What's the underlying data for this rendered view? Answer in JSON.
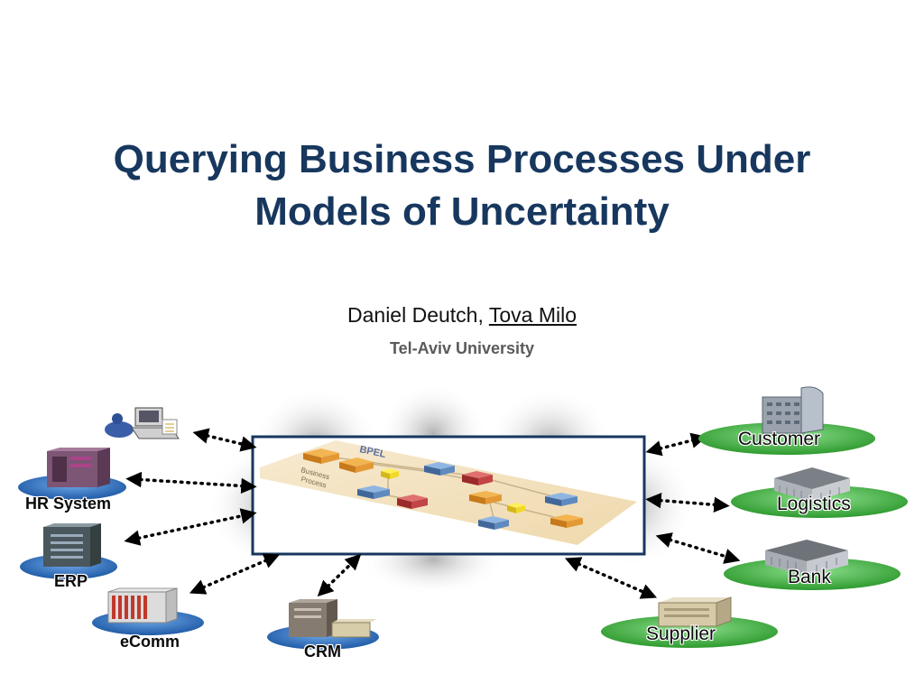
{
  "slide": {
    "title_line1": "Querying Business Processes Under",
    "title_line2": "Models of Uncertainty",
    "author1": "Daniel Deutch,",
    "author2": "Tova Milo",
    "affiliation": "Tel-Aviv University"
  },
  "process_box": {
    "tag1": "BPEL",
    "tag2": "Business",
    "tag3": "Process"
  },
  "left_nodes": {
    "hr": "HR System",
    "erp": "ERP",
    "ecomm": "eComm",
    "crm": "CRM"
  },
  "right_nodes": {
    "customer": "Customer",
    "logistics": "Logistics",
    "bank": "Bank",
    "supplier": "Supplier"
  },
  "colors": {
    "title": "#17375e",
    "box_border": "#17375e",
    "blue_disc": "#2d6db5",
    "green_disc": "#3fae3f"
  }
}
